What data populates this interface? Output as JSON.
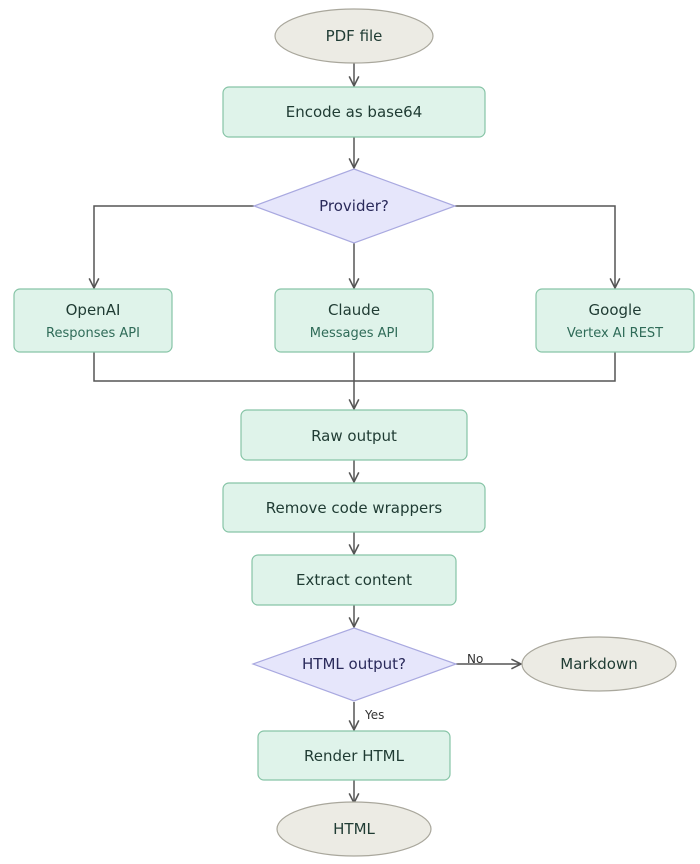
{
  "colors": {
    "process_fill": "#dff3ea",
    "process_stroke": "#86c4a6",
    "decision_fill": "#e6e6fb",
    "decision_stroke": "#a9a9e0",
    "terminal_fill": "#ecebe4",
    "terminal_stroke": "#a9a79c",
    "edge": "#555555",
    "text_process": "#1f3b33",
    "text_decision": "#2a2a5a"
  },
  "nodes": {
    "pdf_file": "PDF file",
    "encode": "Encode as base64",
    "provider": "Provider?",
    "openai_title": "OpenAI",
    "openai_sub": "Responses API",
    "claude_title": "Claude",
    "claude_sub": "Messages API",
    "google_title": "Google",
    "google_sub": "Vertex AI REST",
    "raw_output": "Raw output",
    "remove_wrappers": "Remove code wrappers",
    "extract": "Extract content",
    "html_output_q": "HTML output?",
    "markdown": "Markdown",
    "render_html": "Render HTML",
    "html": "HTML"
  },
  "edges": {
    "no": "No",
    "yes": "Yes"
  }
}
